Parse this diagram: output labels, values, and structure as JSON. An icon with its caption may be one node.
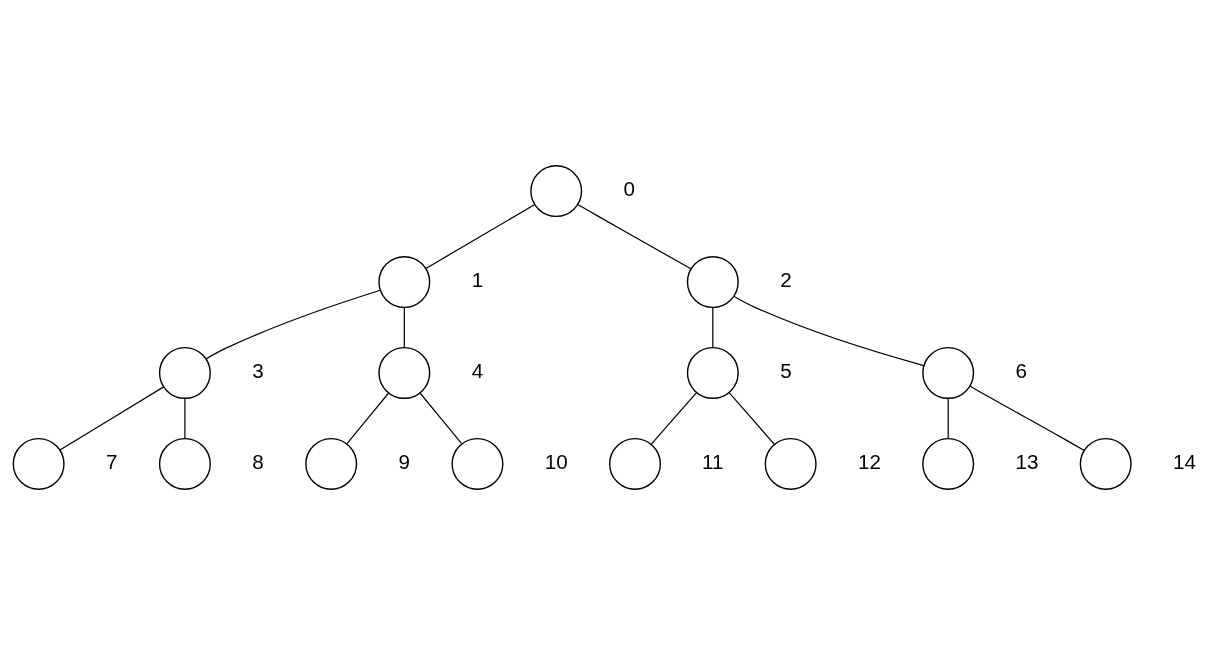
{
  "diagram": {
    "nodes": [
      {
        "text": [],
        "shape": "circle",
        "beside": [
          "0"
        ]
      },
      {
        "text": [],
        "shape": "circle",
        "beside": [
          "1"
        ]
      },
      {
        "text": [],
        "shape": "circle",
        "beside": [
          "2"
        ]
      },
      {
        "text": [],
        "shape": "circle",
        "beside": [
          "3"
        ]
      },
      {
        "text": [],
        "shape": "circle",
        "beside": [
          "4"
        ]
      },
      {
        "text": [],
        "shape": "circle",
        "beside": [
          "5"
        ]
      },
      {
        "text": [],
        "shape": "circle",
        "beside": [
          "6"
        ]
      },
      {
        "text": [],
        "shape": "circle",
        "beside": [
          "7"
        ]
      },
      {
        "text": [],
        "shape": "circle",
        "beside": [
          "8"
        ]
      },
      {
        "text": [],
        "shape": "circle",
        "beside": [
          "9"
        ]
      },
      {
        "text": [],
        "shape": "circle",
        "beside": [
          "10"
        ]
      },
      {
        "text": [],
        "shape": "circle",
        "beside": [
          "11"
        ]
      },
      {
        "text": [],
        "shape": "circle",
        "beside": [
          "12"
        ]
      },
      {
        "text": [],
        "shape": "circle",
        "beside": [
          "13"
        ]
      },
      {
        "text": [],
        "shape": "circle",
        "beside": [
          "14"
        ]
      }
    ],
    "edges": [
      {
        "from": 0,
        "to": 1,
        "arrow": "none"
      },
      {
        "from": 0,
        "to": 2,
        "arrow": "none"
      },
      {
        "from": 1,
        "to": 3,
        "arrow": "none"
      },
      {
        "from": 1,
        "to": 4,
        "arrow": "none"
      },
      {
        "from": 2,
        "to": 5,
        "arrow": "none"
      },
      {
        "from": 2,
        "to": 6,
        "arrow": "none"
      },
      {
        "from": 3,
        "to": 7,
        "arrow": "none"
      },
      {
        "from": 3,
        "to": 8,
        "arrow": "none"
      },
      {
        "from": 4,
        "to": 9,
        "arrow": "none"
      },
      {
        "from": 4,
        "to": 10,
        "arrow": "none"
      },
      {
        "from": 5,
        "to": 11,
        "arrow": "none"
      },
      {
        "from": 5,
        "to": 12,
        "arrow": "none"
      },
      {
        "from": 6,
        "to": 13,
        "arrow": "none"
      },
      {
        "from": 6,
        "to": 14,
        "arrow": "none"
      }
    ]
  }
}
